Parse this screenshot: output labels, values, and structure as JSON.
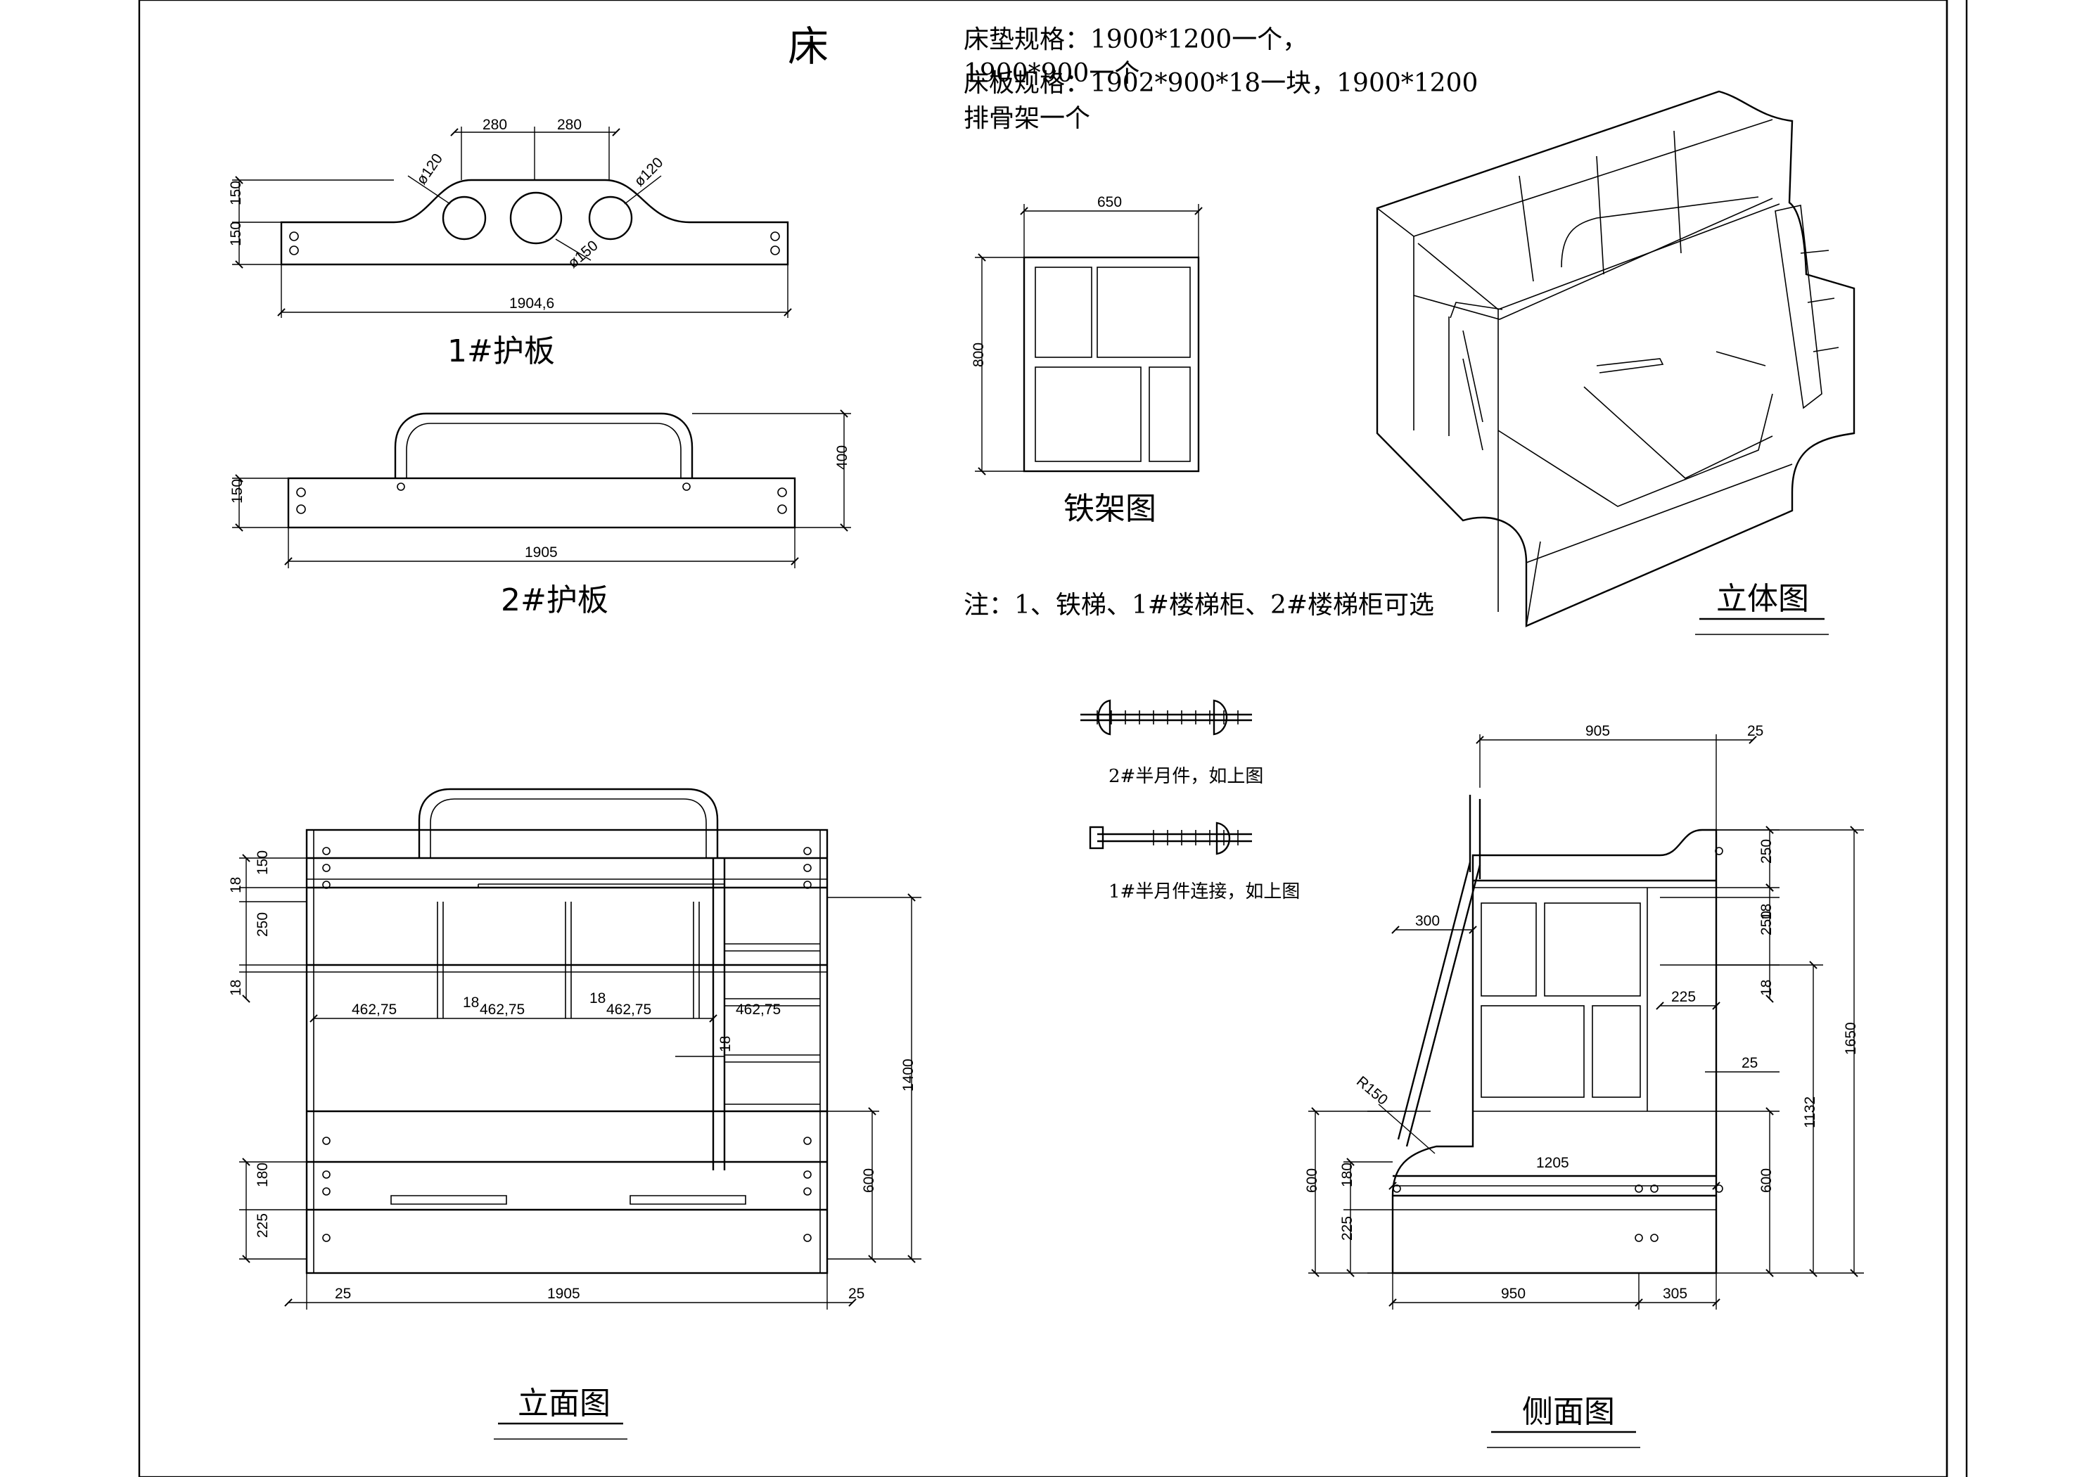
{
  "title": "床",
  "notes": {
    "line1": "床垫规格：1900*1200一个，",
    "line2": "1900*900一个",
    "line3": "床板规格：1902*900*18一块，1900*1200",
    "line4": "排骨架一个",
    "option_note": "注：1、铁梯、1#楼梯柜、2#楼梯柜可选"
  },
  "captions": {
    "guard1": "1#护板",
    "guard2": "2#护板",
    "iron_frame": "铁架图",
    "iso": "立体图",
    "elevation": "立面图",
    "side": "侧面图",
    "hw2": "2#半月件，如上图",
    "hw1": "1#半月件连接，如上图"
  },
  "dims": {
    "g1_w1": "280",
    "g1_w2": "280",
    "g1_d1": "ø120",
    "g1_d2": "ø120",
    "g1_d3": "ø150",
    "g1_h1": "150",
    "g1_h2": "150",
    "g1_len": "1904,6",
    "g2_h": "150",
    "g2_h2": "400",
    "g2_len": "1905",
    "fr_w": "650",
    "fr_h": "800",
    "el_150": "150",
    "el_18a": "18",
    "el_250": "250",
    "el_18b": "18",
    "el_s1": "462,75",
    "el_s2": "462,75",
    "el_s3": "462,75",
    "el_s4": "462,75",
    "el_18c": "18",
    "el_18d": "18",
    "el_18e": "18",
    "el_1400": "1400",
    "el_600": "600",
    "el_180": "180",
    "el_225": "225",
    "el_25a": "25",
    "el_1905": "1905",
    "el_25b": "25",
    "sd_905": "905",
    "sd_25a": "25",
    "sd_250": "250",
    "sd_300": "300",
    "sd_250b": "250",
    "sd_18": "18",
    "sd_225": "225",
    "sd_18b": "18",
    "sd_25b": "25",
    "sd_1650": "1650",
    "sd_1132": "1132",
    "sd_r150": "R150",
    "sd_1205": "1205",
    "sd_600a": "600",
    "sd_180": "180",
    "sd_225b": "225",
    "sd_600b": "600",
    "sd_950": "950",
    "sd_305": "305"
  }
}
